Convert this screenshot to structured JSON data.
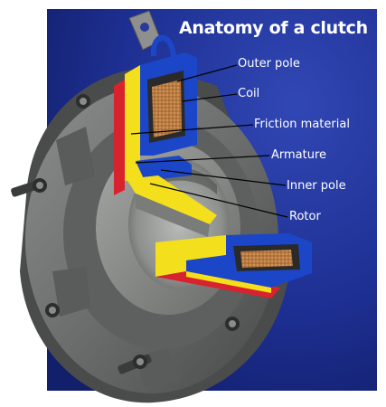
{
  "diagram": {
    "title": "Anatomy of a clutch",
    "labels": {
      "outer_pole": "Outer pole",
      "coil": "Coil",
      "friction_material": "Friction material",
      "armature": "Armature",
      "inner_pole": "Inner pole",
      "rotor": "Rotor"
    },
    "colors": {
      "background": "#1b2d8f",
      "coil_blue": "#1c46c8",
      "armature_yellow": "#f3df1b",
      "rotor_red": "#d8222e",
      "friction_brown": "#c88a4e",
      "metal_gray": "#6e7070"
    }
  }
}
